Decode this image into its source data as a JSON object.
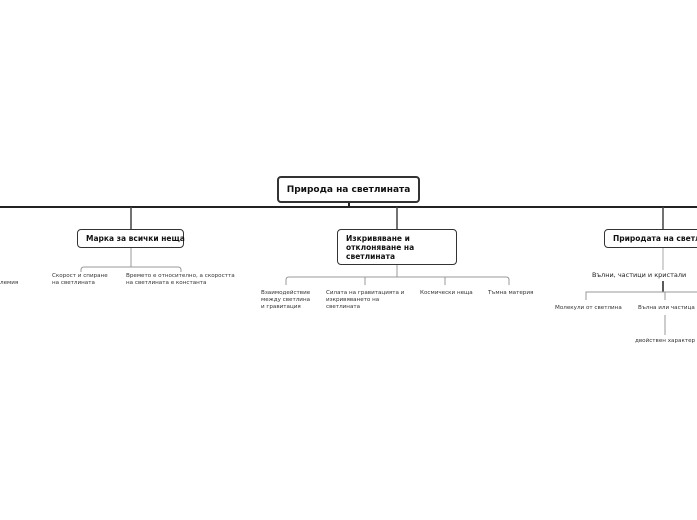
{
  "root": {
    "label": "Природа на светлината"
  },
  "branches": [
    {
      "label": "Марка за всички неща",
      "children": [
        "Скорост и спиране\nна светлината",
        "Времето е относително, а скоростта\nна светлината е константа"
      ]
    },
    {
      "label": "Изкривяване и\nотклоняване на\nсветлината",
      "children": [
        "Взаимодействие\nмежду светлина\nи гравитация",
        "Силата на гравитацията и\nизкривяването на\nсветлината",
        "Космически неща",
        "Тъмна материя"
      ]
    },
    {
      "label": "Природата на светлината",
      "child": "Вълни, частици и кристали",
      "grandchildren": [
        "Молекули от светлина",
        "Вълна или частица"
      ],
      "leaf": "двойствен характер"
    }
  ],
  "left_cut_text": "лемия"
}
